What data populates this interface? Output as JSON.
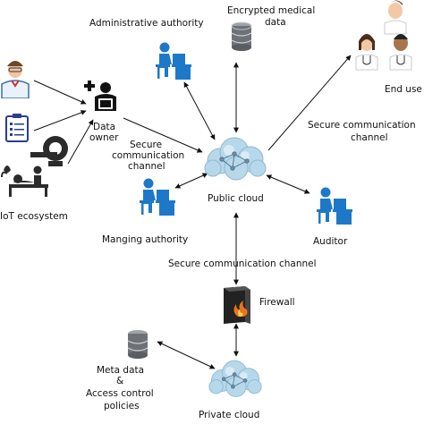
{
  "nodes": {
    "admin": {
      "label": "Administrative authority",
      "icon": "office-worker-icon"
    },
    "encrypted": {
      "label_line1": "Encrypted medical",
      "label_line2": "data",
      "icon": "database-icon"
    },
    "end_user": {
      "label": "End use",
      "icon": "doctors-group-icon"
    },
    "data_owner": {
      "label_line1": "Data",
      "label_line2": "owner",
      "icon": "patient-owner-icon"
    },
    "iot": {
      "label": "IoT ecosystem",
      "icons": [
        "doctor-icon",
        "clipboard-icon",
        "medical-scanner-icon",
        "patient-bed-icon"
      ]
    },
    "public_cloud": {
      "label": "Public cloud",
      "icon": "cloud-icon"
    },
    "managing": {
      "label": "Manging authority",
      "icon": "office-worker-icon"
    },
    "auditor": {
      "label": "Auditor",
      "icon": "office-worker-icon"
    },
    "firewall": {
      "label": "Firewall",
      "icon": "firewall-icon"
    },
    "meta": {
      "label_line1": "Meta data",
      "label_line2": "&",
      "label_line3": "Access control",
      "label_line4": "policies",
      "icon": "database-icon"
    },
    "private_cloud": {
      "label": "Private cloud",
      "icon": "cloud-icon"
    }
  },
  "channels": {
    "left": {
      "line1": "Secure",
      "line2": "communication",
      "line3": "channel"
    },
    "right": {
      "line1": "Secure communication",
      "line2": "channel"
    },
    "center": {
      "label": "Secure communication channel"
    }
  },
  "colors": {
    "worker_blue": "#1e78c8",
    "cloud_blue": "#b6d8ea",
    "db_gray": "#6e7276",
    "firewall_orange": "#e8741c",
    "arrow": "#111111"
  }
}
